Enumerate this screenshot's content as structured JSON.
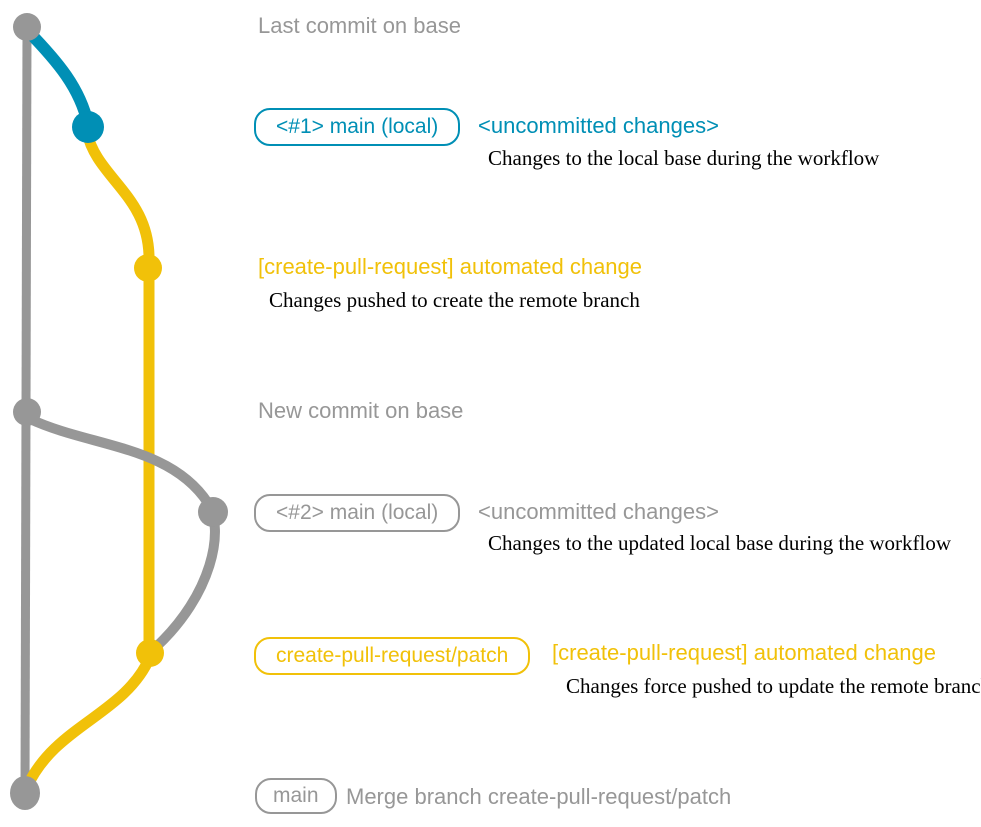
{
  "colors": {
    "gray": "#979797",
    "blue": "#008fb5",
    "yellow": "#f1c109",
    "desc_text": "#000000"
  },
  "commits": [
    {
      "label": "Last commit on base"
    },
    {
      "tag": "<#1> main (local)",
      "title": "<uncommitted changes>",
      "desc": "Changes to the local base during the workflow"
    },
    {
      "title": "[create-pull-request] automated change",
      "desc": "Changes pushed to create the remote branch"
    },
    {
      "label": "New commit on base"
    },
    {
      "tag": "<#2> main (local)",
      "title": "<uncommitted changes>",
      "desc": "Changes to the updated local base during the workflow"
    },
    {
      "tag": "create-pull-request/patch",
      "title": "[create-pull-request] automated change",
      "desc": "Changes force pushed to update the remote branch"
    },
    {
      "tag": "main",
      "label": "Merge branch create-pull-request/patch"
    }
  ]
}
